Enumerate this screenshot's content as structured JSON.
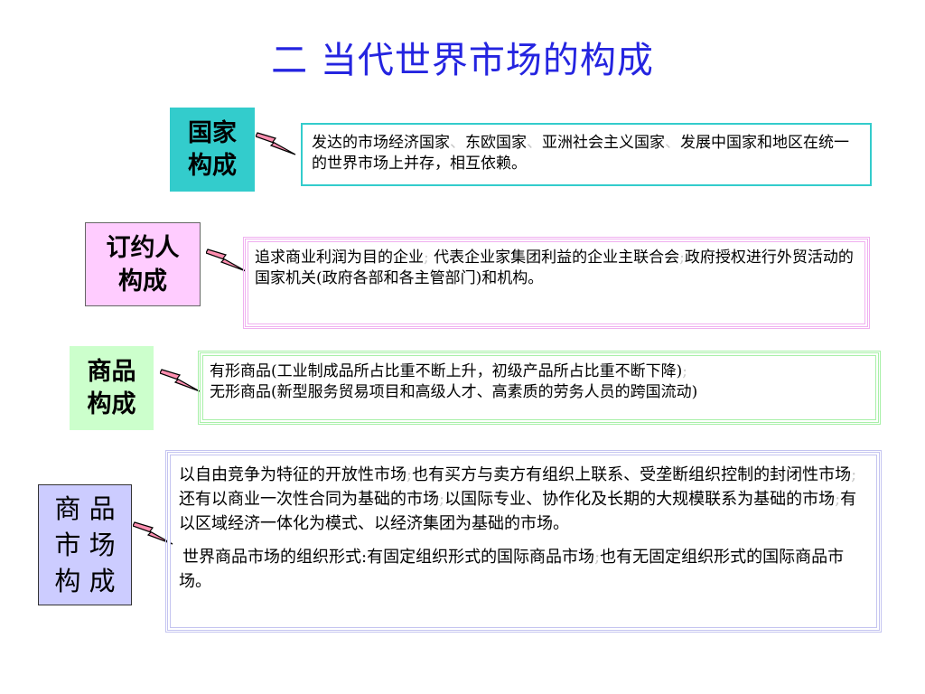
{
  "title": "二  当代世界市场的构成",
  "items": [
    {
      "label_line1": "国家",
      "label_line2": "构成",
      "text": [
        {
          "t": "发达的市场经济国家"
        },
        {
          "t": "、",
          "sep": true
        },
        {
          "t": "东欧国家"
        },
        {
          "t": "、",
          "sep": true
        },
        {
          "t": "亚洲社会主义国家"
        },
        {
          "t": "、",
          "sep": true
        },
        {
          "t": "发展中国家和地区在统一的世界市场上并存，相互依赖。"
        }
      ]
    },
    {
      "label_line1": "订约人",
      "label_line2": "构成",
      "text": [
        {
          "t": "追求商业利润为目的企业"
        },
        {
          "t": ";",
          "sep": true
        },
        {
          "t": "  代表企业家集团利益的企业主联合会"
        },
        {
          "t": ";",
          "sep": true
        },
        {
          "t": "政府授权进行外贸活动的国家机关(政府各部和各主管部门)和机构。"
        }
      ]
    },
    {
      "label_line1": "商品",
      "label_line2": "构成",
      "text_line1": "有形商品(工业制成品所占比重不断上升，初级产品所占比重不断下降)",
      "text_line1_sep": ";",
      "text_line2": "无形商品(新型服务贸易项目和高级人才、高素质的劳务人员的跨国流动)"
    },
    {
      "label_line1": "商 品",
      "label_line2": "市 场",
      "label_line3": "构 成",
      "para1": [
        {
          "t": "以自由竞争为特征的开放性市场"
        },
        {
          "t": ";",
          "sep": true
        },
        {
          "t": "也有买方与卖方有组织上联系、受垄断组织控制的封闭性市场"
        },
        {
          "t": ";",
          "sep": true
        },
        {
          "t": "还有以商业一次性合同为基础的市场"
        },
        {
          "t": ";",
          "sep": true
        },
        {
          "t": "以国际专业、协作化及长期的大规模联系为基础的市场"
        },
        {
          "t": ";",
          "sep": true
        },
        {
          "t": "有以区域经济一体化为模式、以经济集团为基础的市场。"
        }
      ],
      "para2": [
        {
          "t": "世界商品市场的组织形式:有固定组织形式的国际商品市场"
        },
        {
          "t": ";",
          "sep": true
        },
        {
          "t": "也有无固定组织形式的国际商品市场。"
        }
      ]
    }
  ],
  "colors": {
    "title": "#2424e0",
    "label1_bg": "#33cccc",
    "label2_bg": "#ffccff",
    "label3_bg": "#ccffcc",
    "label4_bg": "#ccccff",
    "box1_border": "#33cccc",
    "box2_border": "#f0b0f0",
    "box3_border": "#a8f0a8",
    "box4_border": "#c4c4f0",
    "arrow_fill": "#ff8fb0"
  },
  "icons": [
    "lightning-arrow-icon"
  ]
}
